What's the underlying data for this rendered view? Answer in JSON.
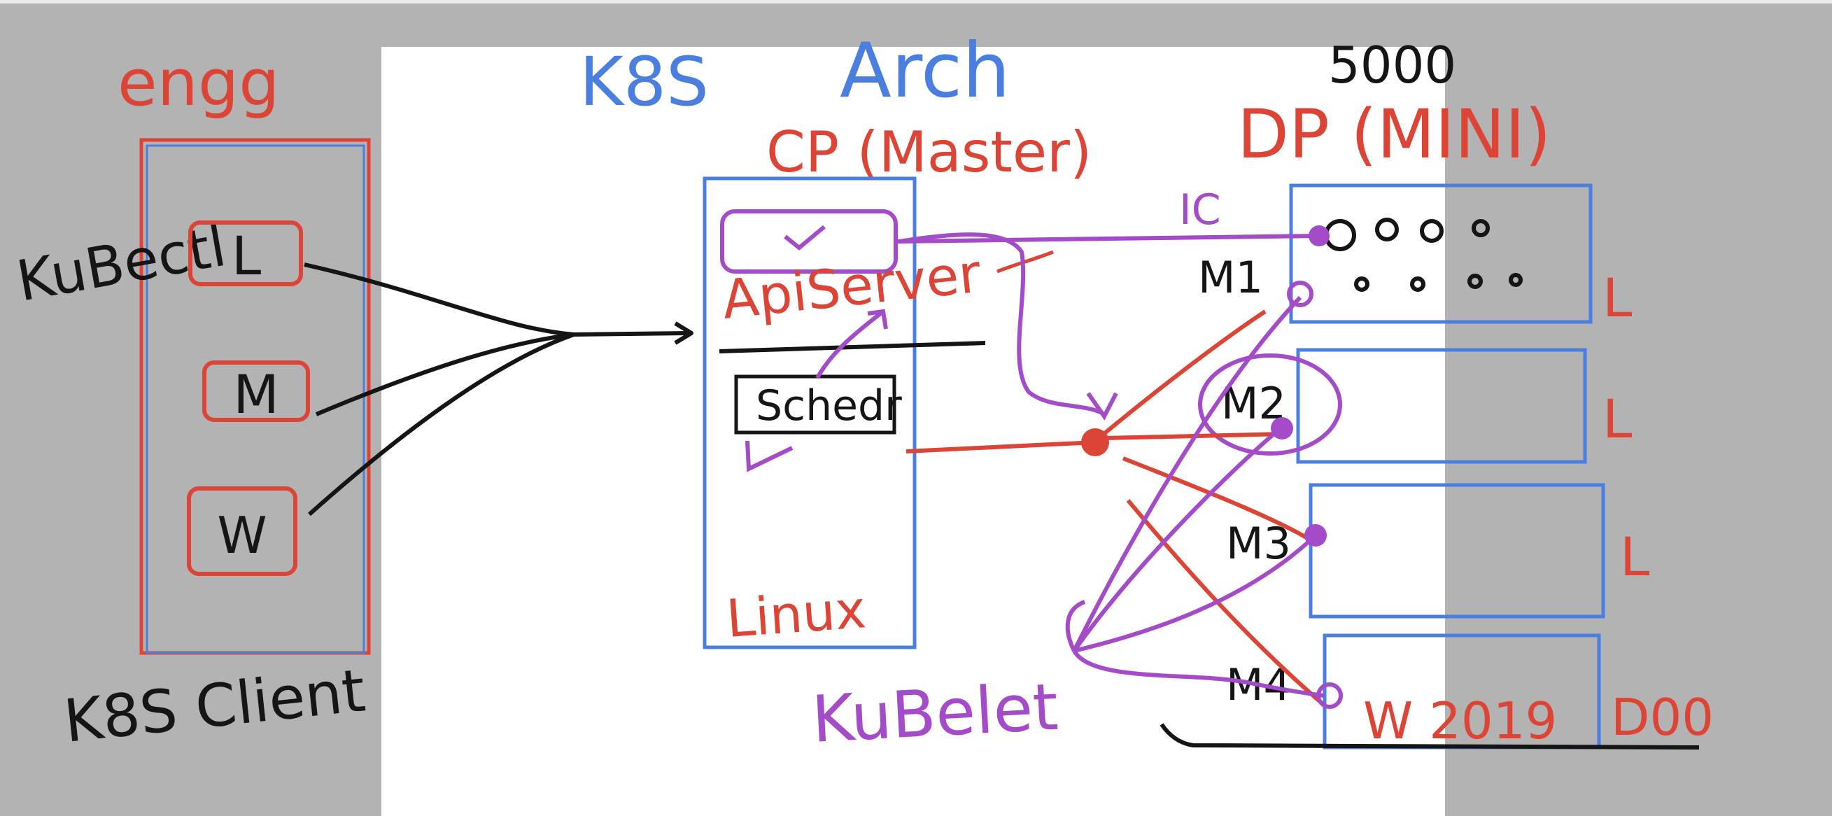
{
  "colors": {
    "canvas_bg": "#b3b3b3",
    "board_bg": "#ffffff",
    "red": "#dc4436",
    "blue": "#4a7fe0",
    "purple": "#a34bc9",
    "black": "#151515"
  },
  "title": {
    "k8s": "K8S",
    "arch": "Arch"
  },
  "client": {
    "team_label": "engg",
    "tool_label": "KuBectl",
    "os_boxes": [
      "L",
      "M",
      "W"
    ],
    "caption": "K8S Client"
  },
  "control_plane": {
    "heading": "CP (Master)",
    "api_server": "ApiServer",
    "scheduler": "Schedr",
    "os": "Linux"
  },
  "data_plane": {
    "count": "5000",
    "heading": "DP (MINI)",
    "ip_label": "IC",
    "nodes": [
      {
        "name": "M1",
        "os": "L"
      },
      {
        "name": "M2",
        "os": "L"
      },
      {
        "name": "M3",
        "os": "L"
      },
      {
        "name": "M4",
        "os": "W 2019"
      }
    ],
    "extra": "D00"
  },
  "agent_label": "KuBelet"
}
